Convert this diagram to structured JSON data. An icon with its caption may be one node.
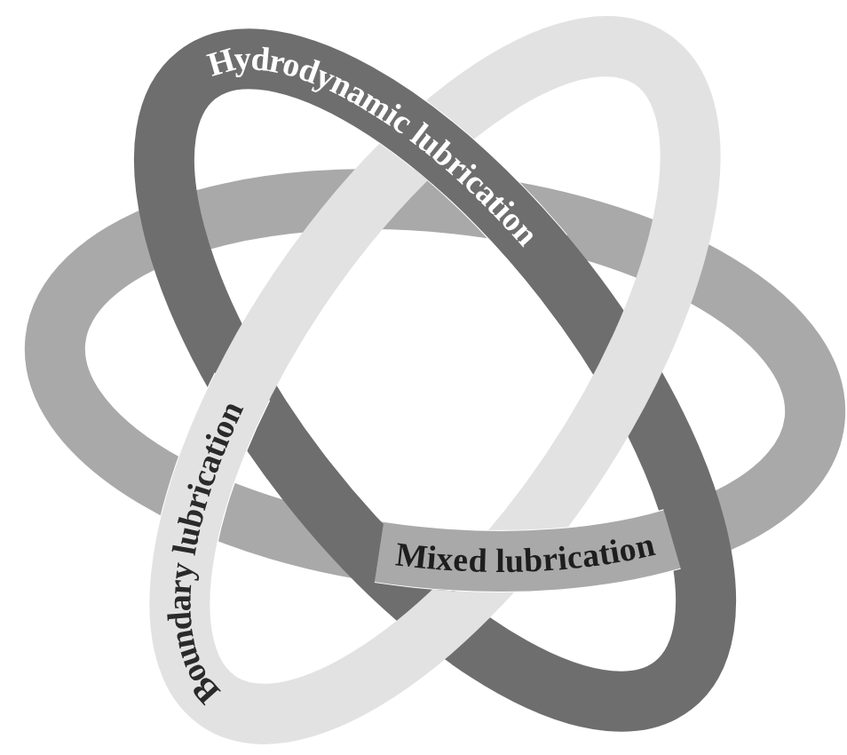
{
  "diagram": {
    "nodes": [
      {
        "text": [
          "Hydrodynamic lubrication"
        ]
      },
      {
        "text": [
          "Boundary lubrication"
        ]
      },
      {
        "text": [
          "Mixed lubrication"
        ]
      }
    ]
  }
}
